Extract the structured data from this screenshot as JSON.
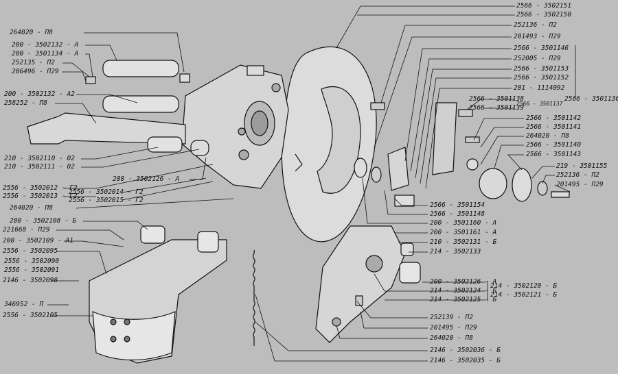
{
  "labels": {
    "left": [
      "264020 - П8",
      "200 - 3502132 - А",
      "200 - 3501134 - А",
      "252135 - П2",
      "206496 - П29",
      "200 - 3502132 - А2",
      "258252 - П8",
      "210 - 3502110 - 02",
      "210 - 3502111 - 02",
      "200 - 3502126 - А",
      "2556 - 3502012 - Г2",
      "2556 - 3502013 - Г2",
      "2556 - 3502014 - Г2",
      "2556 - 3502015 - Г2",
      "264020 - П8",
      "200 - 3502108 - Б",
      "221668 - П29",
      "200 - 3502109 - А1",
      "2556 - 3502095",
      "2556 - 3502090",
      "2556 - 3502091",
      "2146 - 3502098",
      "346952 - П",
      "2556 - 3502105"
    ],
    "right": [
      "2566 - 3502151",
      "2566 - 3502150",
      "252136 - П2",
      "201493 - П29",
      "2566 - 3501146",
      "252005 - П29",
      "2566 - 3501153",
      "2566 - 3501152",
      "201 - 1114092",
      "2566 - 3501136",
      "2566 - 3501138",
      "2566 - 3501139",
      "2566 - 3501137",
      "2566 - 3501142",
      "2566 - 3501141",
      "264020 - П8",
      "2566 - 3501140",
      "2566 - 3501143",
      "219 - 3501155",
      "252136 - П2",
      "201495 - П29",
      "2566 - 3501154",
      "2566 - 3501148",
      "200 - 3501160 - А",
      "200 - 3501161 - А",
      "210 - 3502131 - Б",
      "214 - 3502133",
      "200 - 3502126 - А",
      "214 - 3502124 - Б",
      "214 - 3502125 - Б",
      "214 - 3502120 - Б",
      "214 - 3502121 - Б",
      "252139 - П2",
      "201495 - П29",
      "264020 - П8",
      "2146 - 3502036 - Б",
      "2146 - 3502035 - Б"
    ]
  }
}
